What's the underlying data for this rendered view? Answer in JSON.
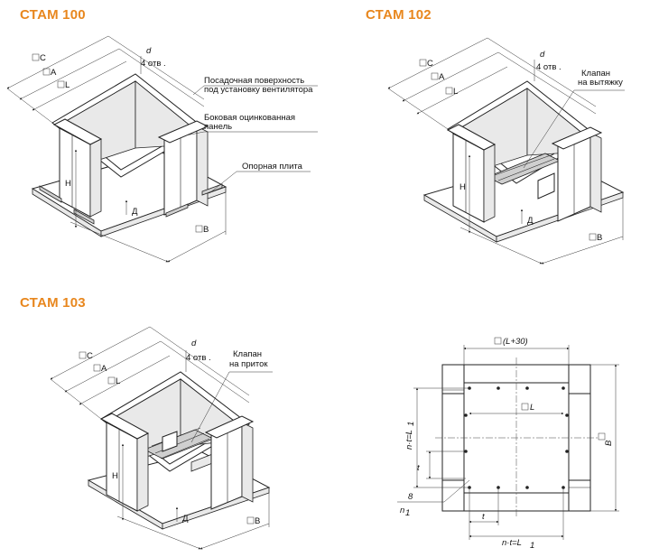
{
  "titles": {
    "stam100": "СТАМ 100",
    "stam102": "СТАМ 102",
    "stam103": "СТАМ 103"
  },
  "dims": {
    "C": "C",
    "A": "A",
    "L": "L",
    "B": "B",
    "H": "H",
    "D": "Д",
    "d": "d",
    "holes": "4 отв .",
    "L30": "(L+30)",
    "nL1": "n·t=L",
    "sub1": "1",
    "t": "t",
    "eight": "8",
    "n1": "n"
  },
  "labels": {
    "landing_1": "Посадочная поверхность",
    "landing_2": "под установку вентилятора",
    "side_1": "Боковая оцинкованная",
    "side_2": "панель",
    "base": "Опорная плита",
    "valve_out_1": "Клапан",
    "valve_out_2": "на вытяжку",
    "valve_in_1": "Клапан",
    "valve_in_2": "на приток"
  }
}
